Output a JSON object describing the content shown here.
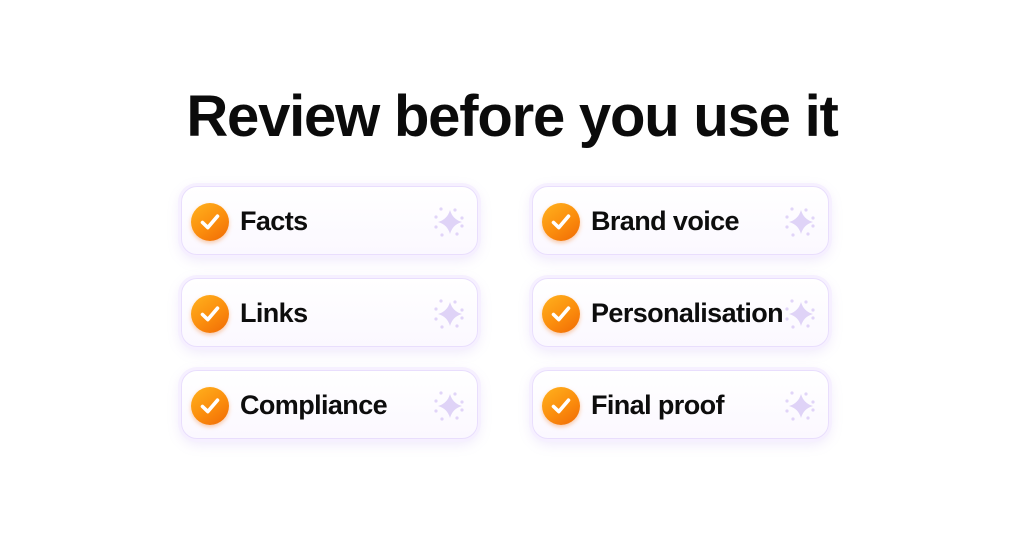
{
  "title": "Review before you use it",
  "colors": {
    "check_gradient_start": "#ffb21e",
    "check_gradient_end": "#f06a05",
    "card_border": "#e9defd",
    "sparkle": "#d9cbf6",
    "text": "#0b0b0b"
  },
  "items": [
    {
      "label": "Facts",
      "icon": "check-circle-icon",
      "decoration": "sparkle-icon"
    },
    {
      "label": "Brand voice",
      "icon": "check-circle-icon",
      "decoration": "sparkle-icon"
    },
    {
      "label": "Links",
      "icon": "check-circle-icon",
      "decoration": "sparkle-icon"
    },
    {
      "label": "Personalisation",
      "icon": "check-circle-icon",
      "decoration": "sparkle-icon"
    },
    {
      "label": "Compliance",
      "icon": "check-circle-icon",
      "decoration": "sparkle-icon"
    },
    {
      "label": "Final proof",
      "icon": "check-circle-icon",
      "decoration": "sparkle-icon"
    }
  ]
}
